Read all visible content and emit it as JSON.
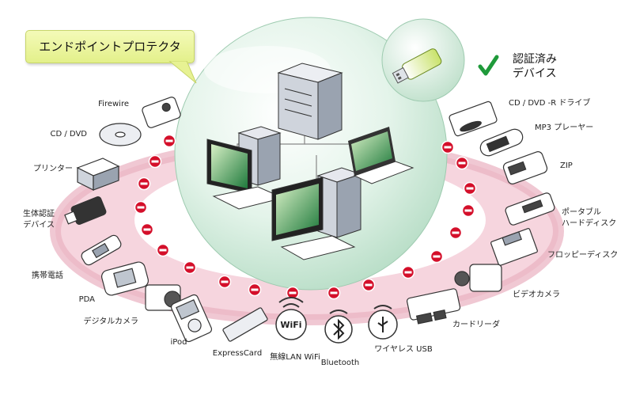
{
  "title": "エンドポイントプロテクタ",
  "authorized": {
    "line1": "認証済み",
    "line2": "デバイス"
  },
  "colors": {
    "ring": "#e8a2b4",
    "block": "#d40f2a",
    "bubble": "#c9e9d6",
    "callout": "#e7f293",
    "check": "#1f9a3a"
  },
  "devices_left": [
    {
      "id": "firewire",
      "label": "Firewire",
      "icon": "firewire-icon"
    },
    {
      "id": "cddvd",
      "label": "CD / DVD",
      "icon": "cd-icon"
    },
    {
      "id": "printer",
      "label": "プリンター",
      "icon": "printer-icon"
    },
    {
      "id": "biometric",
      "label": "生体認証",
      "label2": "デバイス",
      "icon": "biometric-icon"
    },
    {
      "id": "phone",
      "label": "携帯電話",
      "icon": "phone-icon"
    },
    {
      "id": "pda",
      "label": "PDA",
      "icon": "pda-icon"
    },
    {
      "id": "digicam",
      "label": "デジタルカメラ",
      "icon": "camera-icon"
    },
    {
      "id": "ipod",
      "label": "iPod",
      "icon": "ipod-icon"
    },
    {
      "id": "expresscard",
      "label": "ExpressCard",
      "icon": "expresscard-icon"
    },
    {
      "id": "wifi",
      "label": "無線LAN WiFi",
      "icon": "wifi-icon",
      "badge": "WiFi"
    },
    {
      "id": "bluetooth",
      "label": "Bluetooth",
      "icon": "bluetooth-icon"
    },
    {
      "id": "wirelessusb",
      "label": "ワイヤレス USB",
      "icon": "usb-icon"
    }
  ],
  "devices_right": [
    {
      "id": "cdrw",
      "label": "CD / DVD -R ドライブ",
      "icon": "cd-drive-icon"
    },
    {
      "id": "mp3",
      "label": "MP3 プレーヤー",
      "icon": "mp3-icon"
    },
    {
      "id": "zip",
      "label": "ZIP",
      "icon": "zip-icon"
    },
    {
      "id": "hdd",
      "label": "ポータブル",
      "label2": "ハードディスク",
      "icon": "hdd-icon"
    },
    {
      "id": "floppy",
      "label": "フロッピーディスク",
      "icon": "floppy-icon"
    },
    {
      "id": "video",
      "label": "ビデオカメラ",
      "icon": "video-camera-icon"
    },
    {
      "id": "cardreader",
      "label": "カードリーダ",
      "icon": "card-reader-icon"
    }
  ]
}
